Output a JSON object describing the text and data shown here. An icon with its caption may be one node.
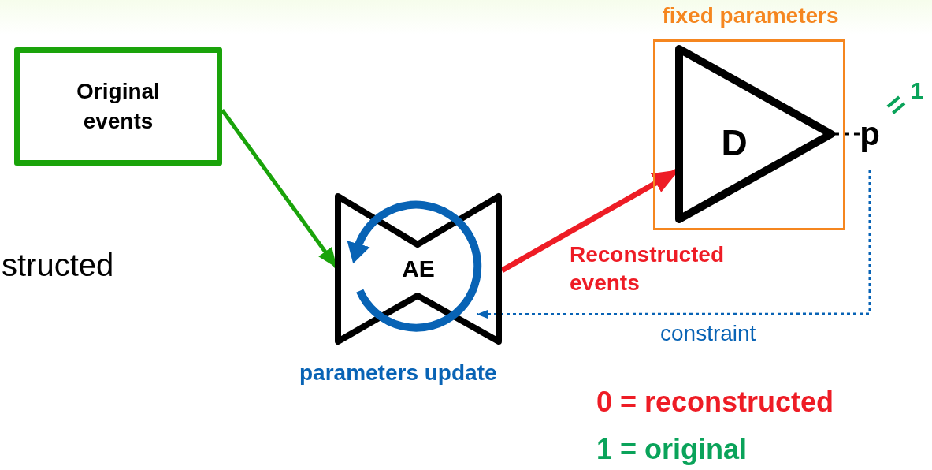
{
  "diagram": {
    "nodes": [
      {
        "text": [
          "Original events"
        ]
      },
      {
        "text": [
          "AE"
        ],
        "beside": [
          "parameters update"
        ]
      },
      {
        "text": [
          "fixed parameters"
        ]
      },
      {
        "text": [
          "D"
        ],
        "in": 2
      },
      {
        "text": [
          "p"
        ]
      }
    ],
    "edges": [
      {
        "from": 0,
        "to": 1,
        "arrow": "to",
        "color": "#1aa30a"
      },
      {
        "from": 1,
        "to": 3,
        "arrow": "to",
        "label": "Reconstructed events",
        "style": "thick",
        "color": "#ee1c25"
      },
      {
        "from": 3,
        "to": 4,
        "arrow": "none",
        "style": "dashed",
        "color": "#000000"
      },
      {
        "from": 4,
        "to": 1,
        "arrow": "to",
        "label": "constraint",
        "style": "dashed",
        "color": "#0863b5"
      }
    ],
    "labels": [
      "structed",
      "=",
      "1",
      "0 = reconstructed",
      "1 = original"
    ]
  }
}
